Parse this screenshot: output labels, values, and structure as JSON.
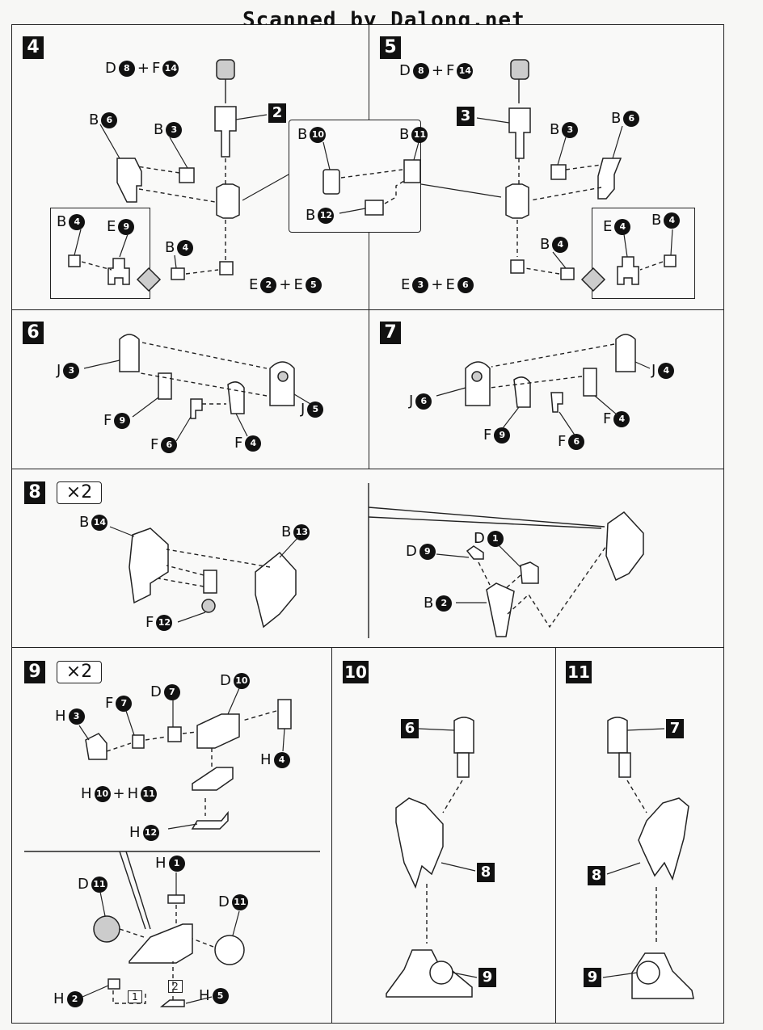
{
  "banner": "Scanned by Dalong.net",
  "steps": {
    "s4": "4",
    "s5": "5",
    "s6": "6",
    "s7": "7",
    "s8": "8",
    "s9": "9",
    "s10": "10",
    "s11": "11"
  },
  "multipliers": {
    "s8": "×2",
    "s9": "×2"
  },
  "refs": {
    "s4_ref": "2",
    "s5_ref": "3",
    "s10_a": "6",
    "s10_b": "8",
    "s10_c": "9",
    "s11_a": "7",
    "s11_b": "8",
    "s11_c": "9"
  },
  "labels": {
    "s4_top": {
      "a": "D",
      "an": "8",
      "plus": "+",
      "b": "F",
      "bn": "14"
    },
    "s4_b6": {
      "l": "B",
      "n": "6"
    },
    "s4_b3": {
      "l": "B",
      "n": "3"
    },
    "s4_b4a": {
      "l": "B",
      "n": "4"
    },
    "s4_e9": {
      "l": "E",
      "n": "9"
    },
    "s4_b4b": {
      "l": "B",
      "n": "4"
    },
    "s4_bottom": {
      "a": "E",
      "an": "2",
      "plus": "+",
      "b": "E",
      "bn": "5"
    },
    "mid_b10": {
      "l": "B",
      "n": "10"
    },
    "mid_b11": {
      "l": "B",
      "n": "11"
    },
    "mid_b12": {
      "l": "B",
      "n": "12"
    },
    "s5_top": {
      "a": "D",
      "an": "8",
      "plus": "+",
      "b": "F",
      "bn": "14"
    },
    "s5_b3": {
      "l": "B",
      "n": "3"
    },
    "s5_b6": {
      "l": "B",
      "n": "6"
    },
    "s5_b4a": {
      "l": "B",
      "n": "4"
    },
    "s5_e4": {
      "l": "E",
      "n": "4"
    },
    "s5_b4b": {
      "l": "B",
      "n": "4"
    },
    "s5_bottom": {
      "a": "E",
      "an": "3",
      "plus": "+",
      "b": "E",
      "bn": "6"
    },
    "s6_j3": {
      "l": "J",
      "n": "3"
    },
    "s6_f9": {
      "l": "F",
      "n": "9"
    },
    "s6_f6": {
      "l": "F",
      "n": "6"
    },
    "s6_f4": {
      "l": "F",
      "n": "4"
    },
    "s6_j5": {
      "l": "J",
      "n": "5"
    },
    "s7_j4": {
      "l": "J",
      "n": "4"
    },
    "s7_j6": {
      "l": "J",
      "n": "6"
    },
    "s7_f4": {
      "l": "F",
      "n": "4"
    },
    "s7_f9": {
      "l": "F",
      "n": "9"
    },
    "s7_f6": {
      "l": "F",
      "n": "6"
    },
    "s8_b14": {
      "l": "B",
      "n": "14"
    },
    "s8_b13": {
      "l": "B",
      "n": "13"
    },
    "s8_f12": {
      "l": "F",
      "n": "12"
    },
    "s8_d1": {
      "l": "D",
      "n": "1"
    },
    "s8_d9": {
      "l": "D",
      "n": "9"
    },
    "s8_b2": {
      "l": "B",
      "n": "2"
    },
    "s9_f7": {
      "l": "F",
      "n": "7"
    },
    "s9_d7": {
      "l": "D",
      "n": "7"
    },
    "s9_d10": {
      "l": "D",
      "n": "10"
    },
    "s9_h3": {
      "l": "H",
      "n": "3"
    },
    "s9_h4": {
      "l": "H",
      "n": "4"
    },
    "s9_h10h11": {
      "a": "H",
      "an": "10",
      "plus": "+",
      "b": "H",
      "bn": "11"
    },
    "s9_h12": {
      "l": "H",
      "n": "12"
    },
    "s9_h1": {
      "l": "H",
      "n": "1"
    },
    "s9_d11a": {
      "l": "D",
      "n": "11"
    },
    "s9_d11b": {
      "l": "D",
      "n": "11"
    },
    "s9_h2": {
      "l": "H",
      "n": "2"
    },
    "s9_h5": {
      "l": "H",
      "n": "5"
    }
  },
  "order_tags": {
    "t1": "1",
    "t2": "2"
  }
}
